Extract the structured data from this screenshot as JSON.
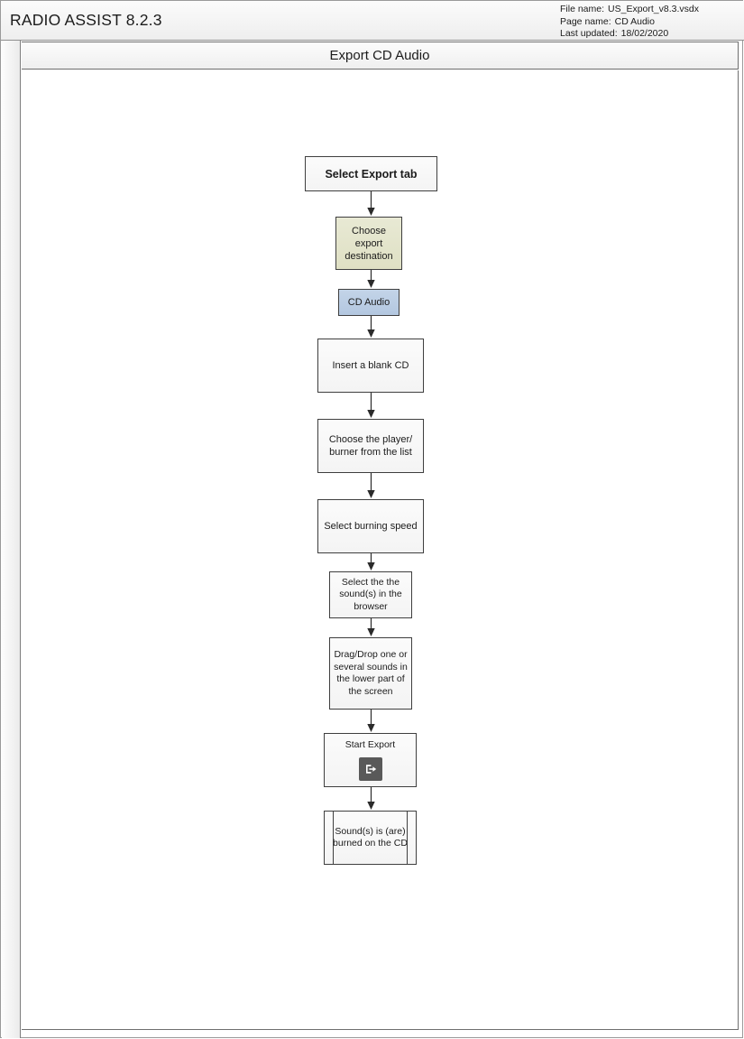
{
  "header": {
    "app_title": "RADIO ASSIST 8.2.3",
    "meta": {
      "file_name_label": "File name:",
      "file_name_value": "US_Export_v8.3.vsdx",
      "page_name_label": "Page name:",
      "page_name_value": "CD Audio",
      "last_updated_label": "Last updated:",
      "last_updated_value": "18/02/2020"
    }
  },
  "page": {
    "title": "Export CD Audio"
  },
  "colors": {
    "olive_fill": "#e3e4cb",
    "blue_fill": "#bccee5",
    "default_fill": "#f6f6f6",
    "border": "#3f3f3f",
    "icon_bg": "#595959"
  },
  "flow": {
    "nodes": [
      {
        "id": "select-export-tab",
        "label": "Select Export tab",
        "style": "strong"
      },
      {
        "id": "choose-destination",
        "label": "Choose export destination",
        "style": "olive"
      },
      {
        "id": "cd-audio",
        "label": "CD Audio",
        "style": "blue"
      },
      {
        "id": "insert-blank-cd",
        "label": "Insert a blank CD",
        "style": "default"
      },
      {
        "id": "choose-burner",
        "label": "Choose the player/ burner from the list",
        "style": "default"
      },
      {
        "id": "select-speed",
        "label": "Select burning speed",
        "style": "default"
      },
      {
        "id": "select-sounds",
        "label": "Select the the sound(s) in the browser",
        "style": "small"
      },
      {
        "id": "drag-drop-sounds",
        "label": "Drag/Drop one or several sounds in the lower part of the screen",
        "style": "small"
      },
      {
        "id": "start-export",
        "label": "Start Export",
        "style": "small-icon",
        "icon": "export-icon"
      },
      {
        "id": "sounds-burned",
        "label": "Sound(s) is (are) burned on the CD",
        "style": "predefined"
      }
    ]
  }
}
